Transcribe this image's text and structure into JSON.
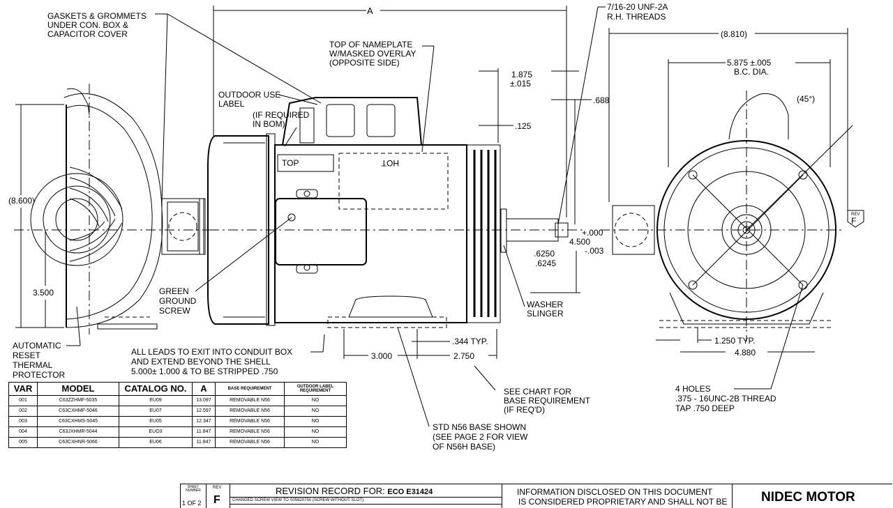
{
  "labels": {
    "dim_a": "A",
    "gaskets": [
      "GASKETS & GROMMETS",
      "UNDER CON. BOX &",
      "CAPACITOR COVER"
    ],
    "nameplate": [
      "TOP OF NAMEPLATE",
      "W/MASKED OVERLAY",
      "(OPPOSITE SIDE)"
    ],
    "outdoor": [
      "OUTDOOR USE",
      "LABEL"
    ],
    "if_required": [
      "(IF REQUIRED",
      "IN BOM)"
    ],
    "top": "TOP",
    "hot": "HOT",
    "thread": [
      "7/16-20 UNF-2A",
      "R.H. THREADS"
    ],
    "d8810": "(8.810)",
    "d5875": [
      "5.875 ±.005",
      "B.C. DIA."
    ],
    "d45": "(45°)",
    "d1875": [
      "1.875",
      "±.015"
    ],
    "d688": ".688",
    "d125": ".125",
    "d8600": "(8.600)",
    "d000": [
      "+.000",
      "-.003"
    ],
    "d4500": "4.500",
    "d6250": [
      ".6250",
      ".6245"
    ],
    "d3500": "3.500",
    "green": [
      "GREEN",
      "GROUND",
      "SCREW"
    ],
    "washer": [
      "WASHER",
      "SLINGER"
    ],
    "auto": [
      "AUTOMATIC",
      "RESET",
      "THERMAL",
      "PROTECTOR"
    ],
    "leads": [
      "ALL LEADS TO EXIT INTO CONDUIT BOX",
      "AND EXTEND BEYOND THE SHELL",
      "5.000± 1.000 & TO BE STRIPPED .750"
    ],
    "d344": ".344 TYP.",
    "d3000": "3.000",
    "d2750": "2.750",
    "d1250": "1.250 TYP.",
    "d4880": "4.880",
    "chart": [
      "SEE CHART FOR",
      "BASE REQUIREMENT",
      "(IF REQ'D)"
    ],
    "holes": [
      "4 HOLES",
      ".375 - 16UNC-2B THREAD",
      "TAP .750 DEEP"
    ],
    "base": [
      "STD N56 BASE SHOWN",
      "(SEE PAGE 2 FOR VIEW",
      "OF N56H BASE)"
    ],
    "rev_flag_small": "REV",
    "rev_flag": "F"
  },
  "table": {
    "headers": [
      "VAR",
      "MODEL",
      "CATALOG NO.",
      "A",
      "BASE REQUIREMENT",
      "OUTDOOR LABEL REQUIREMENT"
    ],
    "rows": [
      [
        "001",
        "C63ZZHMF-5035",
        "EU09",
        "13.097",
        "REMOVABLE N56",
        "NO"
      ],
      [
        "002",
        "C63CXHMF-5046",
        "EU07",
        "12.597",
        "REMOVABLE N56",
        "NO"
      ],
      [
        "003",
        "C63CXHMS-5045",
        "EU05",
        "12.347",
        "REMOVABLE N56",
        "NO"
      ],
      [
        "004",
        "C63JXHMR-5044",
        "EUO3",
        "11.847",
        "REMOVABLE N56",
        "NO"
      ],
      [
        "005",
        "C63CXHNR-5066",
        "EU06",
        "11.847",
        "REMOVABLE N56",
        "NO"
      ]
    ]
  },
  "title_block": {
    "sheet_label": "SHEET NUMBER",
    "sheet_value": "1 OF 2",
    "rev_label": "REV",
    "rev_value": "F",
    "revision_title": "REVISION RECORD FOR:",
    "eco": "ECO E31424",
    "revision_note": "CHANGED SCREW VIEW TO S05820750 (SCREW WITHOUT SLOT).",
    "proprietary": [
      "INFORMATION DISCLOSED ON THIS DOCUMENT",
      "IS CONSIDERED PROPRIETARY AND SHALL NOT BE"
    ],
    "company": "NIDEC MOTOR"
  }
}
